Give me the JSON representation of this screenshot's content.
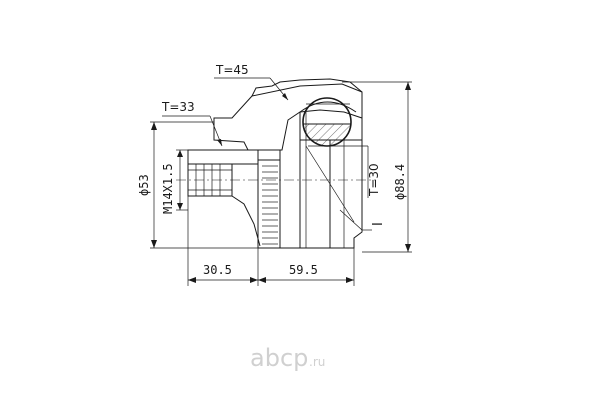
{
  "labels": {
    "torque_top": "T=45",
    "torque_left": "T=33",
    "torque_right": "T=30",
    "diameter_small": "ϕ53",
    "thread": "M14X1.5",
    "diameter_large": "ϕ88.4",
    "length_left": "30.5",
    "length_right": "59.5",
    "marker": "I"
  },
  "watermark": {
    "brand": "abcp",
    "tld": ".ru"
  },
  "colors": {
    "line": "#1a1a1a",
    "watermark": "#d0d0d0"
  }
}
